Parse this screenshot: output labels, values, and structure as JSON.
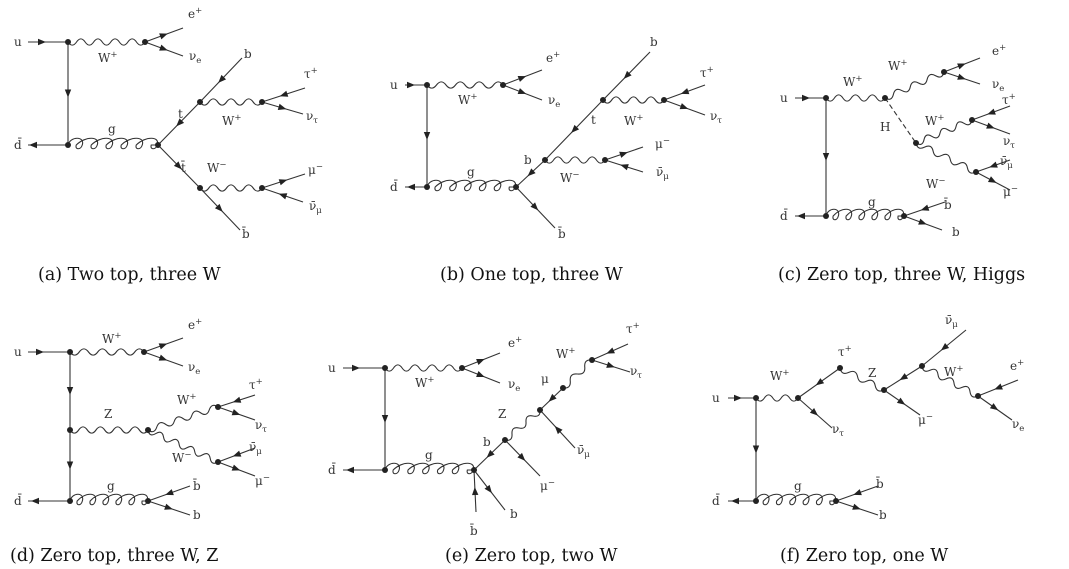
{
  "captions": {
    "a": "(a)  Two top, three W",
    "b": "(b)  One top, three W",
    "c": "(c)  Zero top, three W, Higgs",
    "d": "(d)  Zero top, three W, Z",
    "e": "(e)  Zero top, two W",
    "f": "(f)  Zero top, one W"
  },
  "labels": {
    "a": {
      "u": "u",
      "dbar": "d̄",
      "Wp": "W+",
      "g": "g",
      "ep": "e+",
      "nue": "νe",
      "b": "b",
      "t": "t",
      "tbar": "t̄",
      "Wp2": "W+",
      "tau": "τ+",
      "nutau": "ντ",
      "Wm": "W−",
      "mu": "μ−",
      "numubar": "ν̄μ",
      "bbar": "b̄"
    },
    "b": {
      "u": "u",
      "dbar": "d̄",
      "Wp": "W+",
      "g": "g",
      "ep": "e+",
      "nue": "νe",
      "b": "b",
      "t": "t",
      "Wp2": "W+",
      "tau": "τ+",
      "nutau": "ντ",
      "bv": "b",
      "Wm": "W−",
      "mu": "μ−",
      "numubar": "ν̄μ",
      "bbar": "b̄"
    },
    "c": {
      "u": "u",
      "dbar": "d̄",
      "Wp": "W+",
      "Wp2": "W+",
      "ep": "e+",
      "nue": "νe",
      "H": "H",
      "Wp3": "W+",
      "tau": "τ+",
      "nutau": "ντ",
      "Wm": "W−",
      "numubar": "ν̄μ",
      "mu": "μ−",
      "g": "g",
      "bbar": "b̄",
      "b": "b"
    },
    "d": {
      "u": "u",
      "dbar": "d̄",
      "Wp": "W+",
      "ep": "e+",
      "nue": "νe",
      "Z": "Z",
      "Wp2": "W+",
      "tau": "τ+",
      "nutau": "ντ",
      "Wm": "W−",
      "numubar": "ν̄μ",
      "mu": "μ−",
      "g": "g",
      "bbar": "b̄",
      "b": "b"
    },
    "e": {
      "u": "u",
      "dbar": "d̄",
      "Wp": "W+",
      "ep": "e+",
      "nue": "νe",
      "g": "g",
      "bv": "b",
      "Z": "Z",
      "mu1": "μ",
      "Wp2": "W+",
      "tau": "τ+",
      "nutau": "ντ",
      "numubar": "ν̄μ",
      "mu": "μ−",
      "b": "b",
      "bbar": "b̄"
    },
    "f": {
      "u": "u",
      "dbar": "d̄",
      "Wp": "W+",
      "tau": "τ+",
      "nutau": "ντ",
      "Z": "Z",
      "mu": "μ−",
      "numubar": "ν̄μ",
      "Wp2": "W+",
      "ep": "e+",
      "nue": "νe",
      "g": "g",
      "bbar": "b̄",
      "b": "b"
    }
  }
}
